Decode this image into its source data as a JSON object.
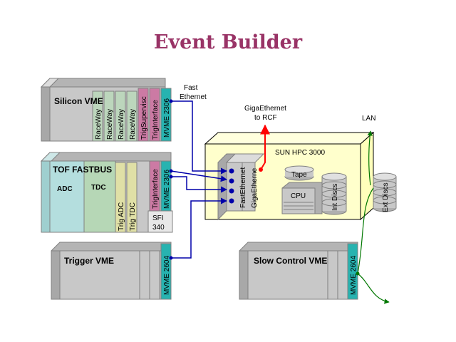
{
  "title": "Event Builder",
  "colors": {
    "title": "#993366",
    "crate_face": "#c8c8c8",
    "crate_top": "#e4e4e4",
    "crate_side": "#a8a8a8",
    "cyan": "#27b3b0",
    "pink": "#cc7aa4",
    "sun_box": "#ffffcc",
    "link_blue": "#0000aa",
    "link_red": "#ff0000",
    "link_green": "#007700"
  },
  "crates": {
    "silicon": {
      "title": "Silicon VME",
      "cards": [
        "RaceWay",
        "RaceWay",
        "RaceWay",
        "RaceWay",
        "TrigSupervisc",
        "TrigInterface",
        "MVME 2306"
      ]
    },
    "tof": {
      "title": "TOF FASTBUS",
      "adc": "ADC",
      "tdc": "TDC",
      "cards": [
        "Trig ADC",
        "Trig TDC",
        "TrigInterface",
        "MVME 2306"
      ],
      "sfi_line1": "SFI",
      "sfi_line2": "340"
    },
    "trigger": {
      "title": "Trigger VME",
      "card": "MVME 2604"
    },
    "slow_control": {
      "title": "Slow Control VME",
      "card": "MVME 2604"
    }
  },
  "sun": {
    "title": "SUN HPC 3000",
    "fast_ethernet": "FastEthernet",
    "giga_ethernet": "GigaEtherne",
    "tape": "Tape",
    "cpu": "CPU",
    "int_discs": "Int Discs",
    "ext_discs": "Ext Discs"
  },
  "links": {
    "fast_ethernet_line1": "Fast",
    "fast_ethernet_line2": "Ethernet",
    "giga_ethernet_line1": "GigaEthernet",
    "giga_ethernet_line2": "to RCF",
    "lan": "LAN"
  }
}
